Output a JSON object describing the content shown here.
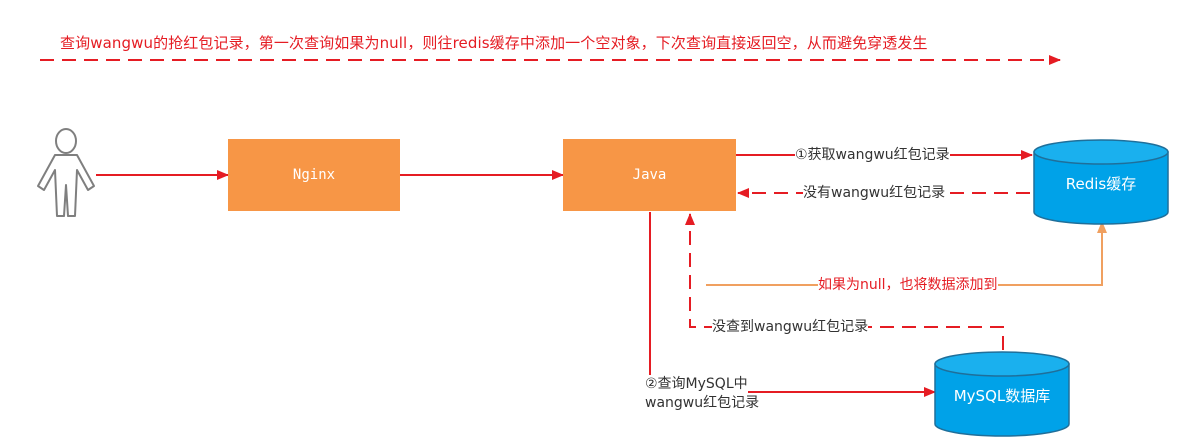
{
  "title": "查询wangwu的抢红包记录，第一次查询如果为null，则往redis缓存中添加一个空对象，下次查询直接返回空，从而避免穿透发生",
  "nodes": {
    "nginx": "Nginx",
    "java": "Java",
    "redis": "Redis缓存",
    "mysql": "MySQL数据库"
  },
  "edges": {
    "get_redis": "①获取wangwu红包记录",
    "no_record_redis": "没有wangwu红包记录",
    "add_if_null": "如果为null，也将数据添加到",
    "no_record_mysql": "没查到wangwu红包记录",
    "query_mysql_line1": "②查询MySQL中",
    "query_mysql_line2": "wangwu红包记录"
  },
  "colors": {
    "accent_red": "#e51c23",
    "node_orange": "#f79646",
    "db_blue": "#00a2e8",
    "line_orange": "#f0a060"
  },
  "icons": {
    "user": "person-icon"
  }
}
